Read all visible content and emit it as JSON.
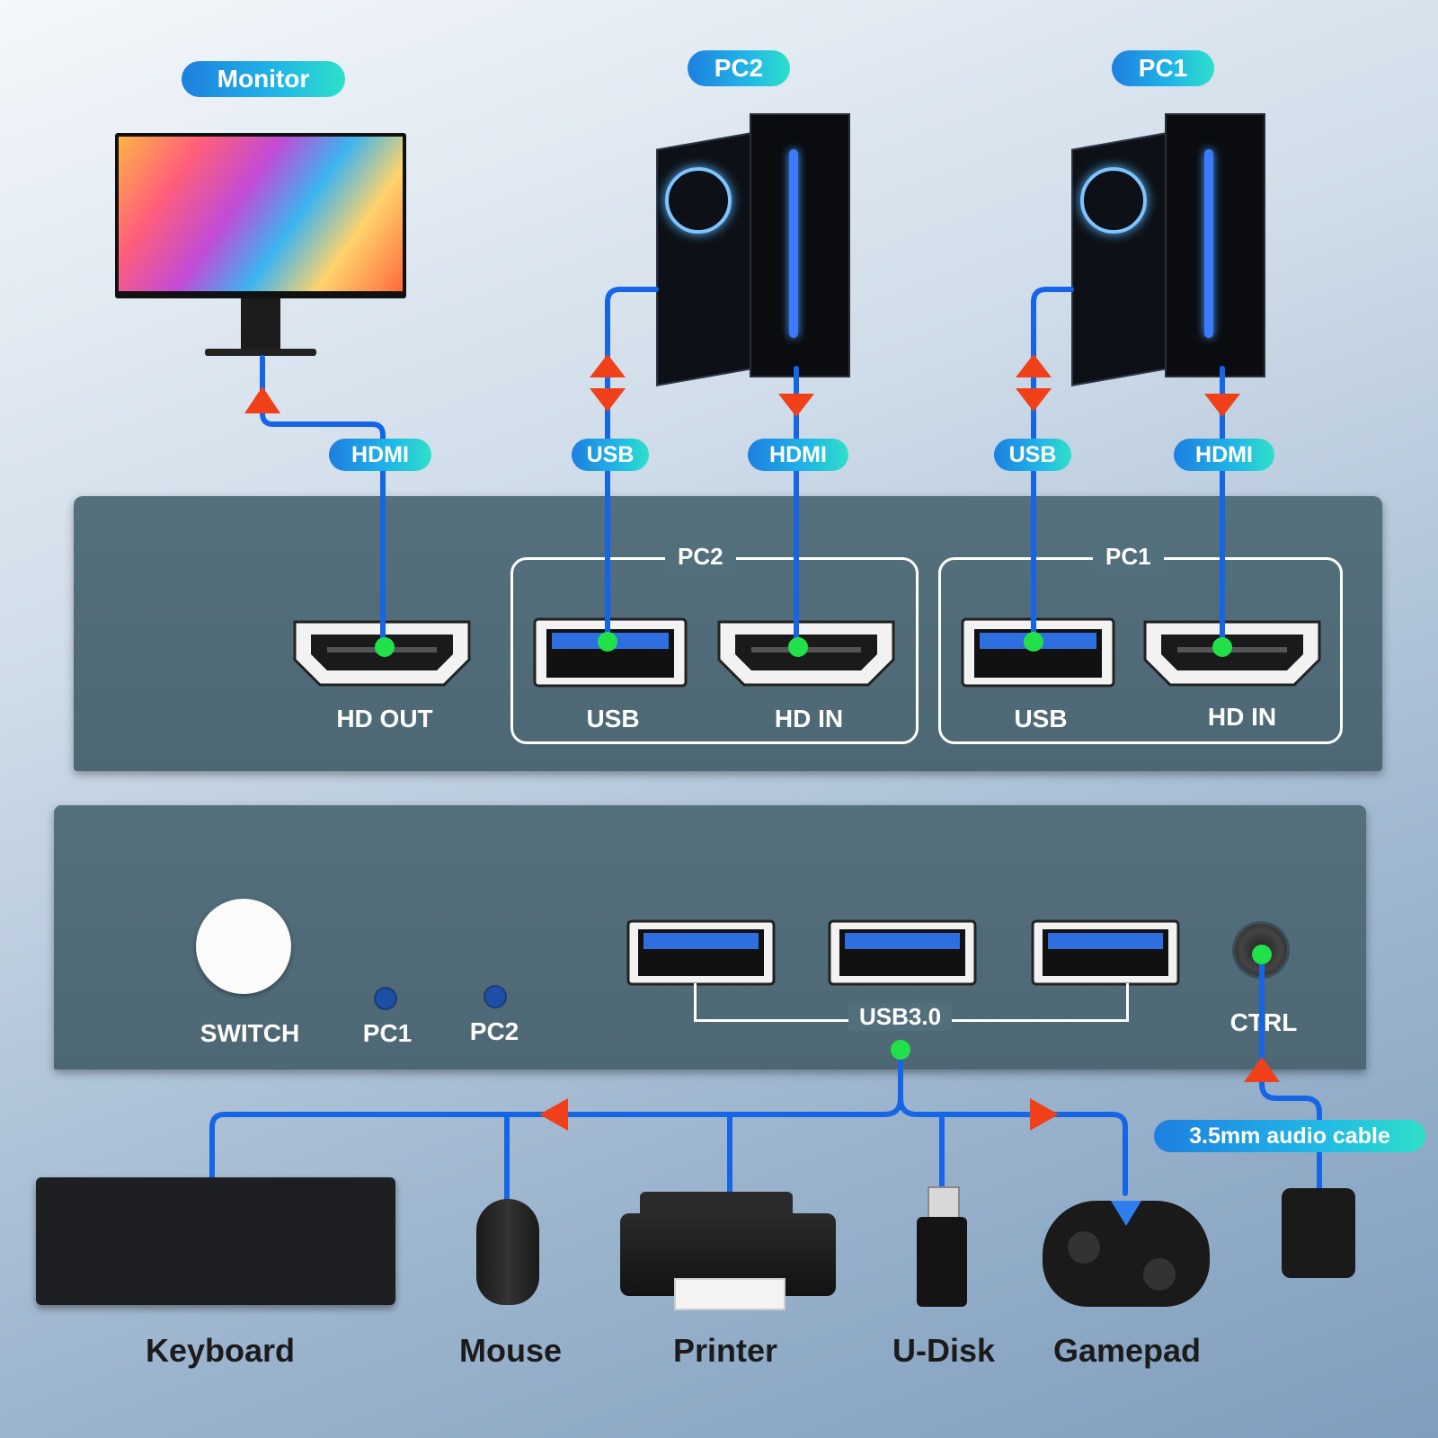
{
  "devices_top": {
    "monitor": "Monitor",
    "pc2": "PC2",
    "pc1": "PC1"
  },
  "cable_labels": {
    "monitor_hdmi": "HDMI",
    "pc2_usb": "USB",
    "pc2_hdmi": "HDMI",
    "pc1_usb": "USB",
    "pc1_hdmi": "HDMI",
    "audio": "3.5mm audio cable"
  },
  "rear_panel": {
    "hd_out": "HD OUT",
    "group_pc2": "PC2",
    "group_pc1": "PC1",
    "pc2_usb": "USB",
    "pc2_hd_in": "HD IN",
    "pc1_usb": "USB",
    "pc1_hd_in": "HD IN"
  },
  "front_panel": {
    "switch": "SWITCH",
    "led_pc1": "PC1",
    "led_pc2": "PC2",
    "usb30": "USB3.0",
    "ctrl": "CTRL"
  },
  "peripherals": {
    "keyboard": "Keyboard",
    "mouse": "Mouse",
    "printer": "Printer",
    "udisk": "U-Disk",
    "gamepad": "Gamepad"
  },
  "colors": {
    "wire": "#1565e6",
    "arrow": "#f0401a",
    "dot": "#22e04a",
    "panel": "#506b77"
  }
}
